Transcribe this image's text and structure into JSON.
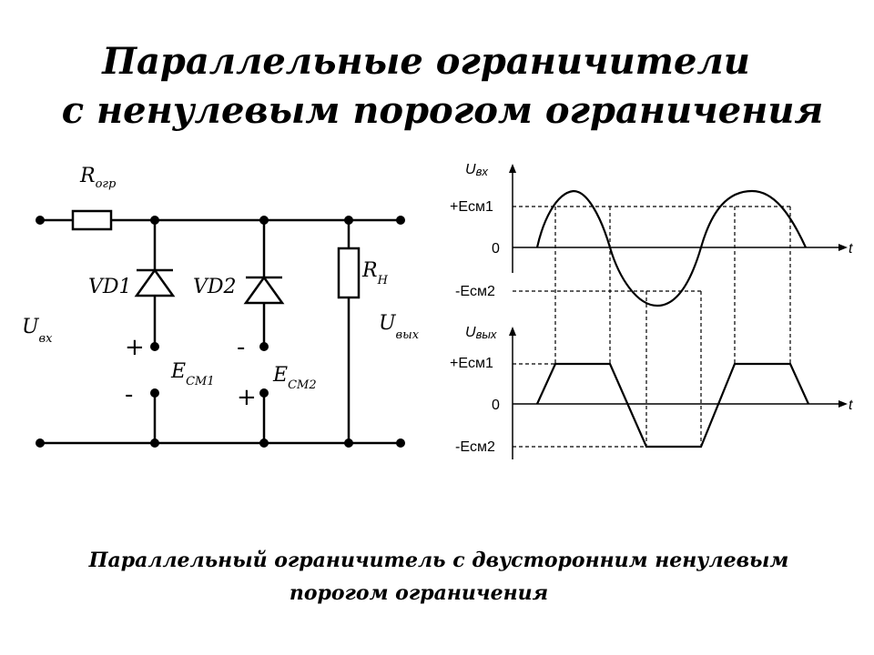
{
  "title": {
    "line1": "Параллельные ограничители",
    "line2": "с ненулевым порогом ограничения"
  },
  "circuit": {
    "r_limit": {
      "main": "R",
      "sub": "огр"
    },
    "r_load": {
      "main": "R",
      "sub": "Н"
    },
    "vd1": "VD1",
    "vd2": "VD2",
    "u_in": {
      "main": "U",
      "sub": "вх"
    },
    "u_out": {
      "main": "U",
      "sub": "вых"
    },
    "e1": {
      "main": "E",
      "sub": "СМ1"
    },
    "e2": {
      "main": "E",
      "sub": "СМ2"
    },
    "plus": "+",
    "minus": "-"
  },
  "graph_in": {
    "axis_y": {
      "main": "U",
      "sub": "вх"
    },
    "axis_x": "t",
    "level_top": "+Eсм1",
    "level_zero": "0",
    "level_bottom": "-Eсм2"
  },
  "graph_out": {
    "axis_y": {
      "main": "U",
      "sub": "вых"
    },
    "axis_x": "t",
    "level_top": "+Eсм1",
    "level_zero": "0",
    "level_bottom": "-Eсм2"
  },
  "caption": {
    "line1": "Параллельный ограничитель с двусторонним ненулевым",
    "line2": "порогом ограничения"
  }
}
